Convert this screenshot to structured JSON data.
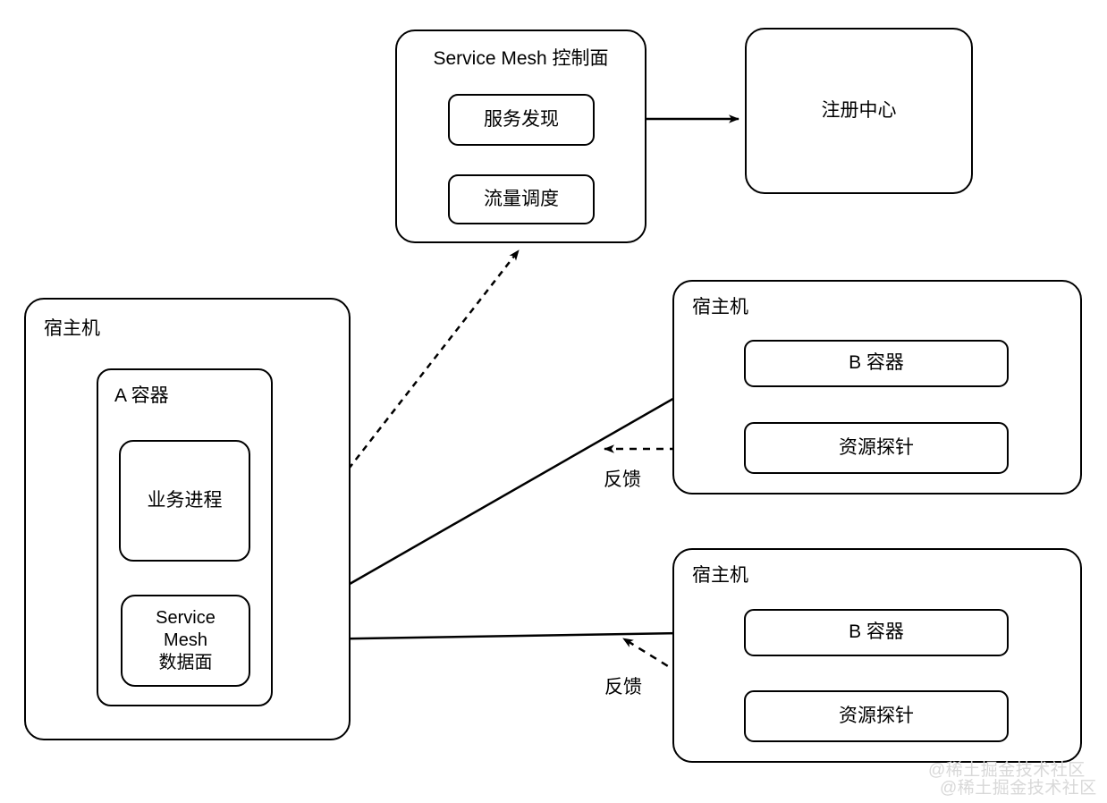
{
  "diagram": {
    "title_text": "Service Mesh 控制面",
    "control_plane": {
      "label": "Service Mesh 控制面",
      "children": [
        {
          "label": "服务发现",
          "name": "service-discovery-box"
        },
        {
          "label": "流量调度",
          "name": "traffic-scheduling-box"
        }
      ]
    },
    "registry": {
      "label": "注册中心"
    },
    "host_left": {
      "label": "宿主机",
      "container_a": {
        "label": "A 容器",
        "process": {
          "label": "业务进程"
        },
        "sidecar": {
          "label": "Service\nMesh\n数据面",
          "line1": "Service",
          "line2": "Mesh",
          "line3": "数据面"
        }
      }
    },
    "host_top_right": {
      "label": "宿主机",
      "container_b": {
        "label": "B 容器"
      },
      "probe": {
        "label": "资源探针"
      }
    },
    "host_bottom_right": {
      "label": "宿主机",
      "container_b": {
        "label": "B 容器"
      },
      "probe": {
        "label": "资源探针"
      }
    },
    "edges": {
      "feedback_top_label": "反馈",
      "feedback_bottom_label": "反馈"
    },
    "watermark": {
      "line1": "@稀土掘金技术社区",
      "line2": "@稀土掘金技术社区"
    },
    "colors": {
      "stroke": "#000000",
      "background": "#ffffff",
      "watermark": "#d8d8d8"
    }
  }
}
